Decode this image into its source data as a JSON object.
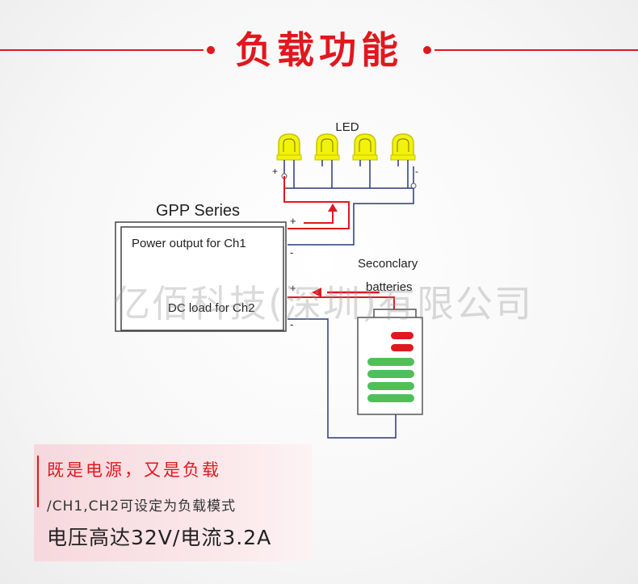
{
  "header": {
    "title": "负载功能"
  },
  "diagram": {
    "led_label": "LED",
    "gpp_label": "GPP Series",
    "ch1_label": "Power output for Ch1",
    "ch2_label": "DC load for Ch2",
    "secondary_label_1": "Seconclary",
    "secondary_label_2": "batteries",
    "plus": "+",
    "minus": "-",
    "led_count": 4,
    "battery_red_segments": 2,
    "battery_green_segments": 4
  },
  "watermark": "亿佰科技(深圳)有限公司",
  "info": {
    "line1": "既是电源，又是负载",
    "line2": "/CH1,CH2可设定为负载模式",
    "line3": "电压高达32V/电流3.2A"
  },
  "colors": {
    "accent": "#e0181e",
    "wire_dark": "#2b3a7a",
    "led_yellow": "#f3f20a",
    "battery_green": "#4fbf5a"
  }
}
